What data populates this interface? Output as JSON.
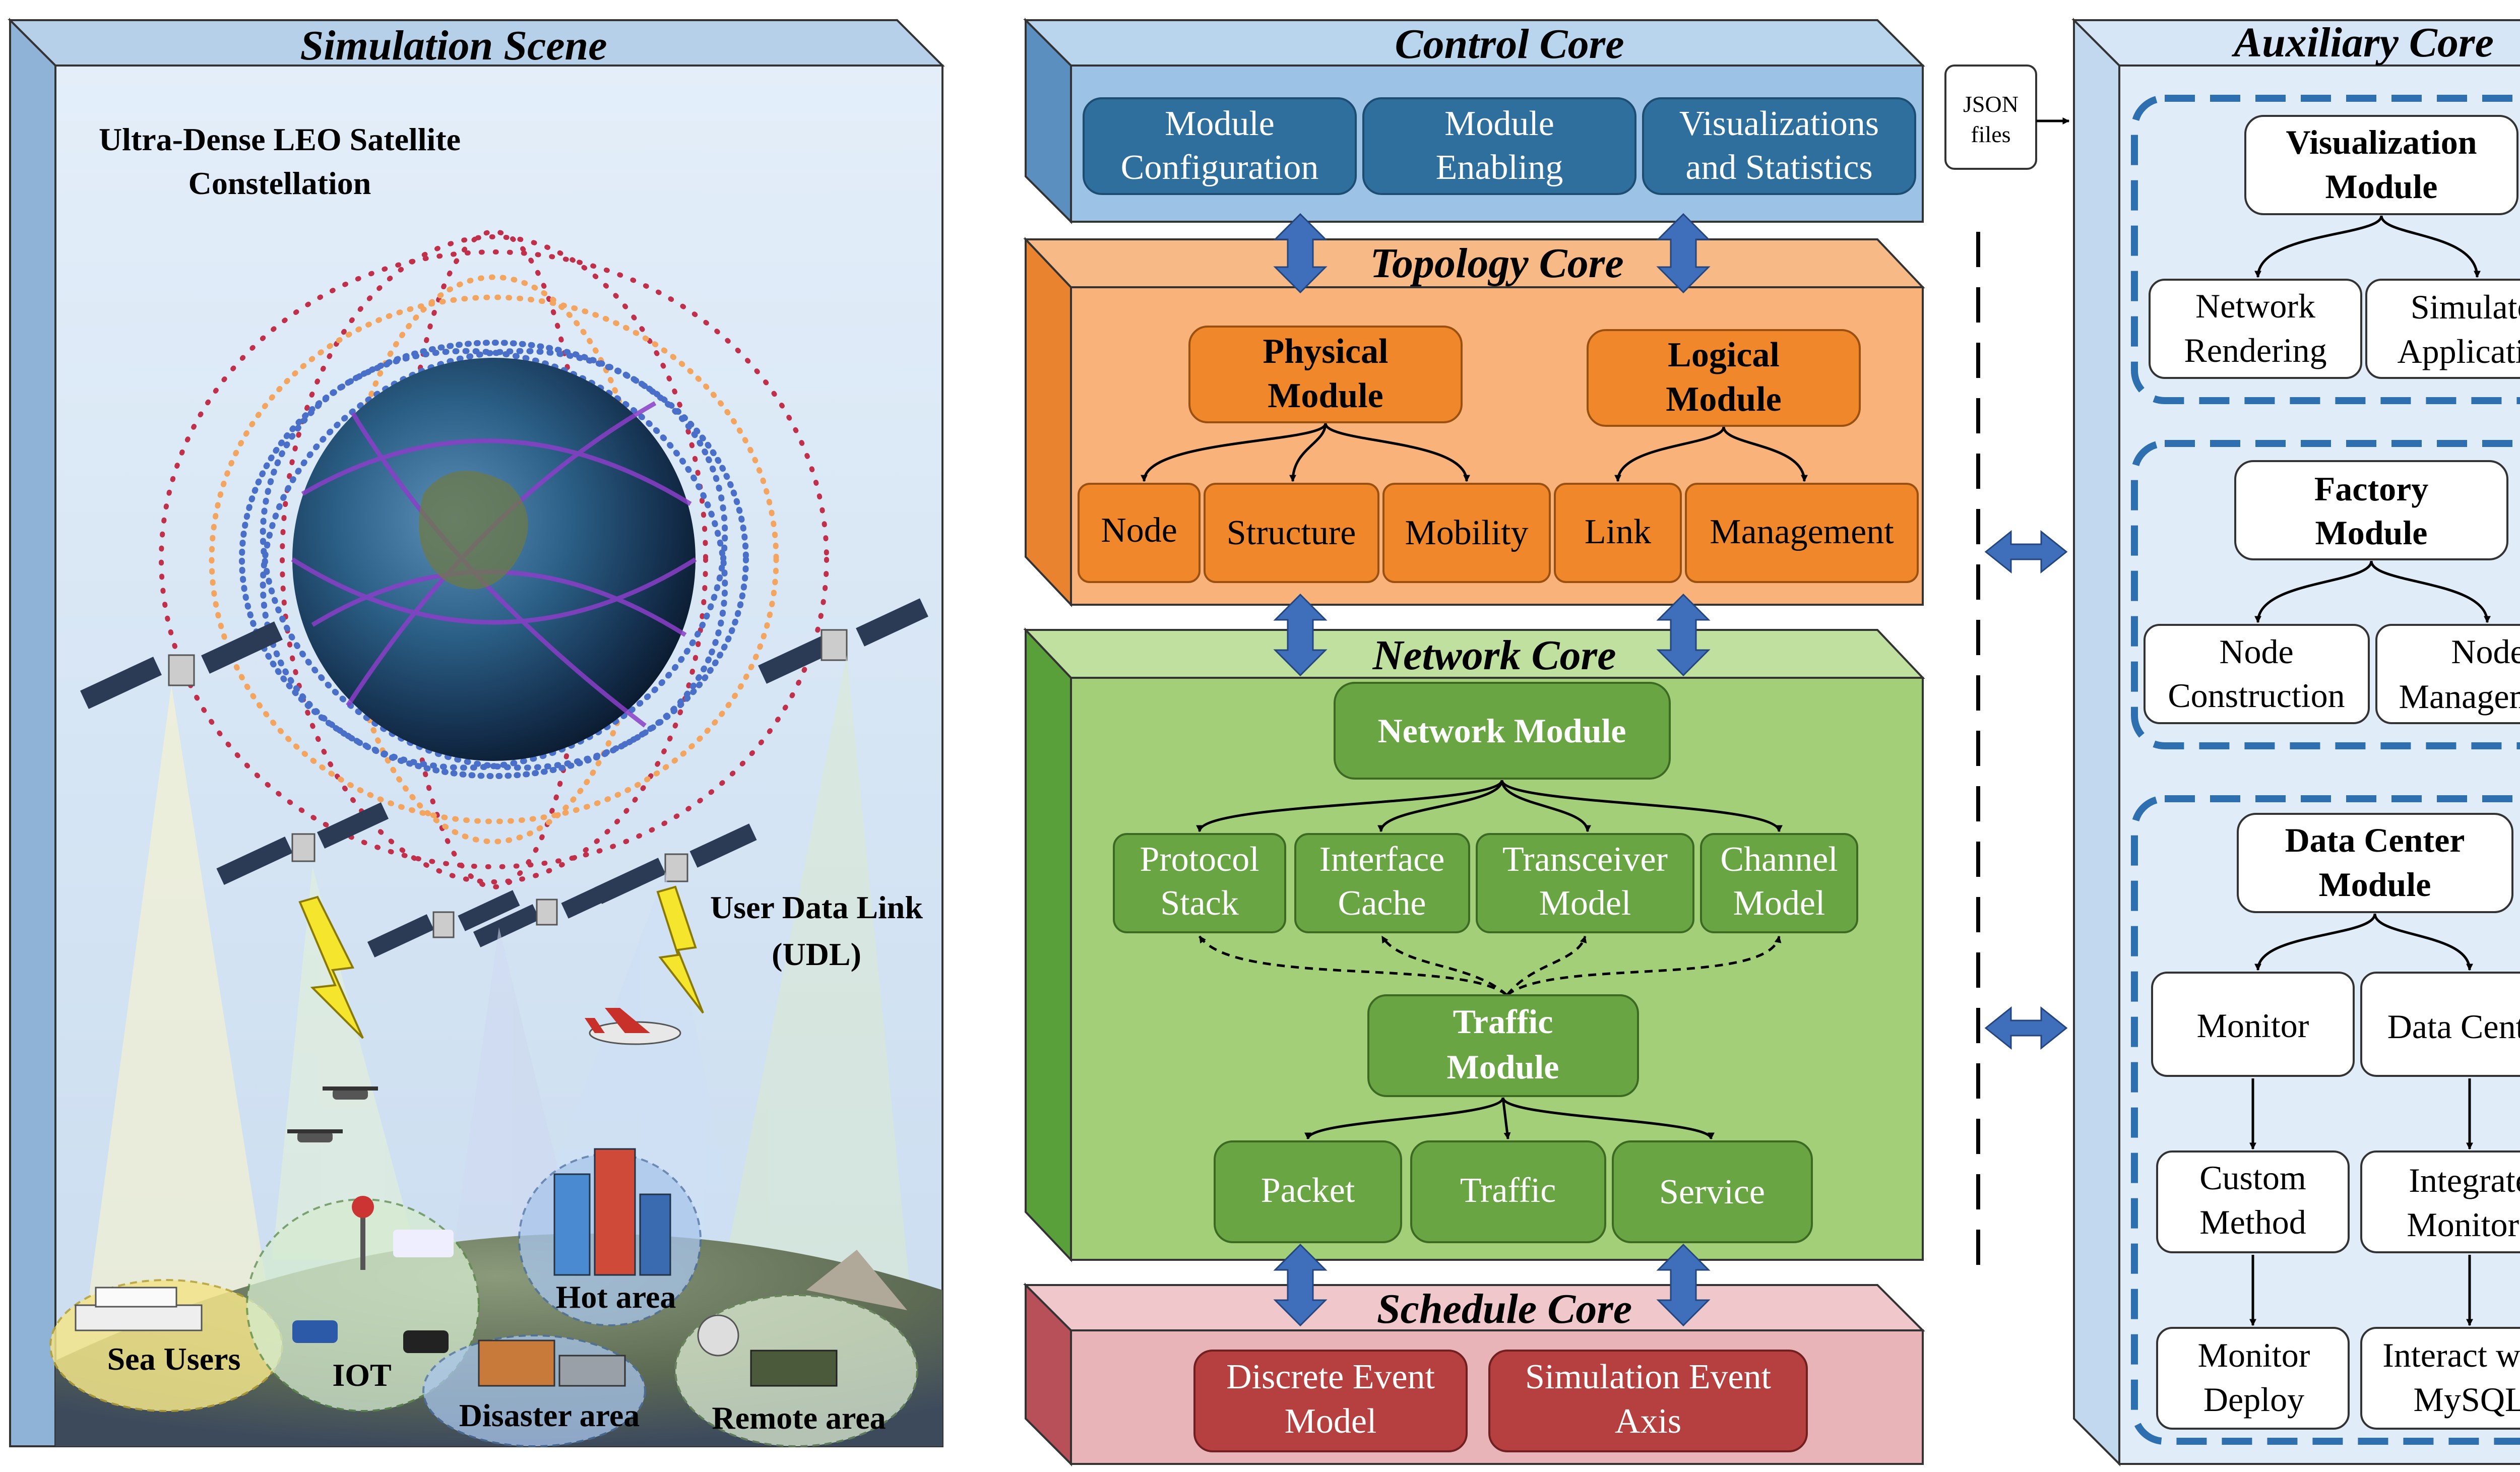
{
  "simulation_scene": {
    "title": "Simulation Scene",
    "constellation_line1": "Ultra-Dense LEO Satellite",
    "constellation_line2": "Constellation",
    "udl_line1": "User Data Link",
    "udl_line2": "(UDL)",
    "areas": {
      "sea_users": "Sea Users",
      "iot": "IOT",
      "hot_area": "Hot area",
      "disaster_area": "Disaster area",
      "remote_area": "Remote area"
    }
  },
  "control_core": {
    "title": "Control Core",
    "modules": [
      {
        "line1": "Module",
        "line2": "Configuration"
      },
      {
        "line1": "Module",
        "line2": "Enabling"
      },
      {
        "line1": "Visualizations",
        "line2": "and Statistics"
      }
    ]
  },
  "json_files": {
    "line1": "JSON",
    "line2": "files"
  },
  "topology_core": {
    "title": "Topology Core",
    "physical": {
      "line1": "Physical",
      "line2": "Module",
      "children": [
        "Node",
        "Structure",
        "Mobility"
      ]
    },
    "logical": {
      "line1": "Logical",
      "line2": "Module",
      "children": [
        "Link",
        "Management"
      ]
    }
  },
  "network_core": {
    "title": "Network Core",
    "network_module": "Network Module",
    "submodules": [
      {
        "line1": "Protocol",
        "line2": "Stack"
      },
      {
        "line1": "Interface",
        "line2": "Cache"
      },
      {
        "line1": "Transceiver",
        "line2": "Model"
      },
      {
        "line1": "Channel",
        "line2": "Model"
      }
    ],
    "traffic_module": {
      "line1": "Traffic",
      "line2": "Module"
    },
    "traffic_children": [
      "Packet",
      "Traffic",
      "Service"
    ]
  },
  "schedule_core": {
    "title": "Schedule Core",
    "modules": [
      {
        "line1": "Discrete Event",
        "line2": "Model"
      },
      {
        "line1": "Simulation Event",
        "line2": "Axis"
      }
    ]
  },
  "auxiliary_core": {
    "title": "Auxiliary Core",
    "visualization": {
      "line1": "Visualization",
      "line2": "Module",
      "children": [
        {
          "line1": "Network",
          "line2": "Rendering"
        },
        {
          "line1": "Simulator",
          "line2": "Application"
        }
      ]
    },
    "factory": {
      "line1": "Factory",
      "line2": "Module",
      "children": [
        {
          "line1": "Node",
          "line2": "Construction"
        },
        {
          "line1": "Node",
          "line2": "Management"
        }
      ]
    },
    "data_center": {
      "line1": "Data Center",
      "line2": "Module",
      "monitor": "Monitor",
      "data_center": "Data Center",
      "custom_method": {
        "line1": "Custom",
        "line2": "Method"
      },
      "integrate_monitors": {
        "line1": "Integrate",
        "line2": "Monitors"
      },
      "monitor_deploy": {
        "line1": "Monitor",
        "line2": "Deploy"
      },
      "interact_mysql": {
        "line1": "Interact with",
        "line2": "MySQL"
      }
    }
  },
  "colors": {
    "control_face": "#9cc3e6",
    "control_module": "#2e6f9e",
    "topology_face": "#f8b27a",
    "topology_module": "#f0872a",
    "network_face": "#a2cf78",
    "network_module": "#6aa544",
    "schedule_face": "#e8b4b8",
    "schedule_module": "#b5403f",
    "auxiliary_face": "#e0ecf8",
    "arrow_blue": "#3f6fba"
  }
}
